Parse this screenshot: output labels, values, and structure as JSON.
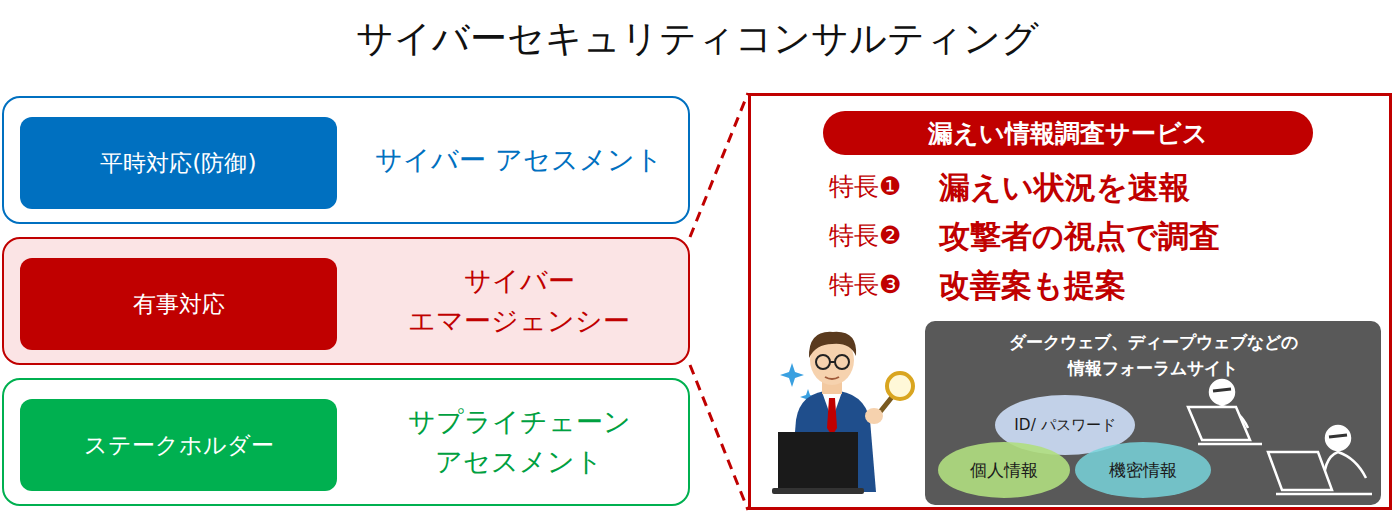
{
  "diagram": {
    "title": "サイバーセキュリティコンサルティング",
    "nodes": [
      {
        "text": [
          "サイバー アセスメント"
        ]
      },
      {
        "text": [
          "平時対応(防御)"
        ],
        "in": 0
      },
      {
        "text": [
          "サイバー エマージェンシー"
        ]
      },
      {
        "text": [
          "有事対応"
        ],
        "in": 2
      },
      {
        "text": [
          "サプライチェーン アセスメント"
        ]
      },
      {
        "text": [
          "ステークホルダー"
        ],
        "in": 4
      },
      {
        "text": [
          "特長❶",
          "漏えい状況を速報",
          "特長❷",
          "攻撃者の視点で調査",
          "特長❸",
          "改善案も提案"
        ]
      },
      {
        "text": [
          "漏えい情報調査サービス"
        ],
        "in": 6
      },
      {
        "text": [
          "ダークウェブ、ディープウェブなどの 情報フォーラムサイト"
        ],
        "in": 6
      },
      {
        "text": [
          "ID/ パスワード"
        ],
        "in": 8
      },
      {
        "text": [
          "個人情報"
        ],
        "in": 8
      },
      {
        "text": [
          "機密情報"
        ],
        "in": 8
      }
    ],
    "edges": [
      {
        "from": 2,
        "to": 6,
        "arrow": "none"
      },
      {
        "from": 2,
        "to": 6,
        "arrow": "none"
      }
    ]
  }
}
